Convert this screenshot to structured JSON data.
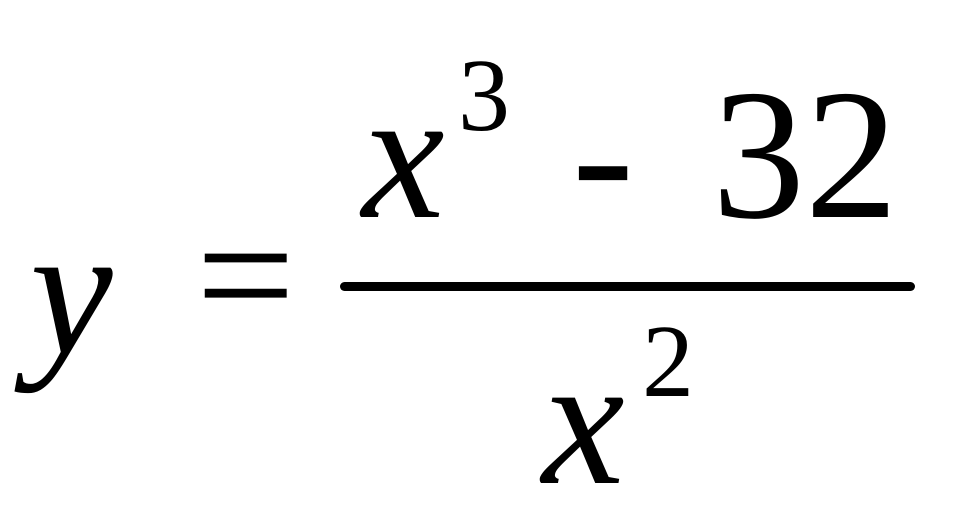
{
  "equation": {
    "lhs": "y",
    "equals": "=",
    "numerator": {
      "variable": "x",
      "exponent": "3",
      "operator": "-",
      "constant": "32"
    },
    "denominator": {
      "variable": "x",
      "exponent": "2"
    }
  }
}
